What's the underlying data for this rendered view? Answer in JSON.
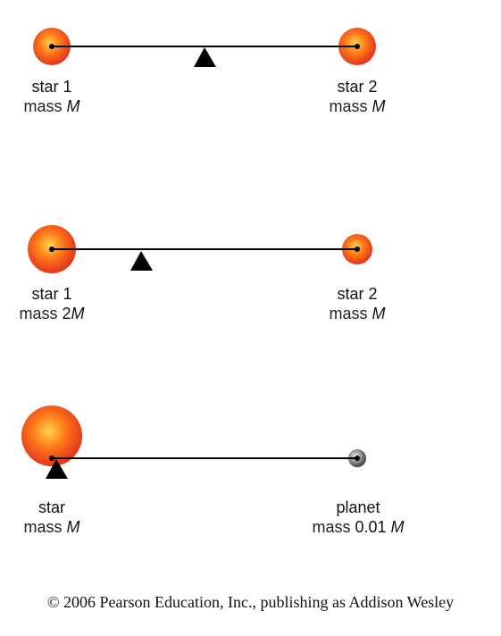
{
  "colors": {
    "star_core": "#ffd54a",
    "star_mid": "#ff7a1a",
    "star_edge": "#e0301c",
    "planet_core": "#e8e8e8",
    "planet_edge": "#3a3a3a",
    "rod": "#000000",
    "fulcrum": "#000000"
  },
  "icons": {
    "star": "star-icon",
    "planet": "planet-icon",
    "fulcrum": "fulcrum-triangle-icon"
  },
  "panels": [
    {
      "left_body": {
        "kind": "star",
        "name": "star 1",
        "mass_prefix": "mass ",
        "mass_coef": "",
        "mass_symbol": "M"
      },
      "right_body": {
        "kind": "star",
        "name": "star 2",
        "mass_prefix": "mass ",
        "mass_coef": "",
        "mass_symbol": "M"
      }
    },
    {
      "left_body": {
        "kind": "star",
        "name": "star 1",
        "mass_prefix": "mass ",
        "mass_coef": "2",
        "mass_symbol": "M"
      },
      "right_body": {
        "kind": "star",
        "name": "star 2",
        "mass_prefix": "mass ",
        "mass_coef": "",
        "mass_symbol": "M"
      }
    },
    {
      "left_body": {
        "kind": "star",
        "name": "star",
        "mass_prefix": "mass ",
        "mass_coef": "",
        "mass_symbol": "M"
      },
      "right_body": {
        "kind": "planet",
        "name": "planet",
        "mass_prefix": "mass ",
        "mass_coef": "0.01 ",
        "mass_symbol": "M"
      }
    }
  ],
  "copyright": "© 2006 Pearson Education, Inc., publishing as Addison Wesley"
}
